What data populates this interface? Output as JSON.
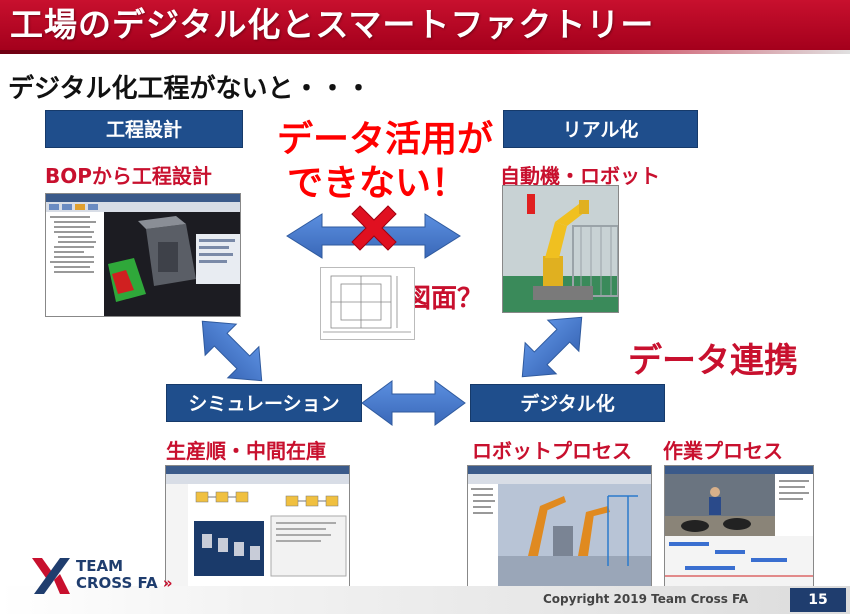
{
  "header": {
    "title": "工場のデジタル化とスマートファクトリー"
  },
  "subtitle": "デジタル化工程がないと・・・",
  "boxes": {
    "process_design": "工程設計",
    "real": "リアル化",
    "simulation": "シミュレーション",
    "digital": "デジタル化"
  },
  "labels": {
    "bop": "BOPから工程設計",
    "robot_machine": "自動機・ロボット",
    "production": "生産順・中間在庫",
    "robot_process": "ロボットプロセス",
    "work_process": "作業プロセス",
    "drawing": "図面？",
    "data_link": "データ連携"
  },
  "warning": {
    "line1": "データ活用が",
    "line2": "できない！"
  },
  "footer": {
    "copyright": "Copyright 2019 Team Cross FA",
    "page": "15",
    "logo_line1": "TEAM",
    "logo_line2": "CROSS FA",
    "logo_arrows": "»"
  },
  "colors": {
    "brand_red": "#c8102e",
    "box_blue": "#1f4e8c",
    "arrow_blue": "#4a7fd0",
    "cross_red": "#e01020"
  },
  "icons": [
    "double-arrow-icon",
    "cross-mark-icon",
    "logo-x-icon"
  ]
}
